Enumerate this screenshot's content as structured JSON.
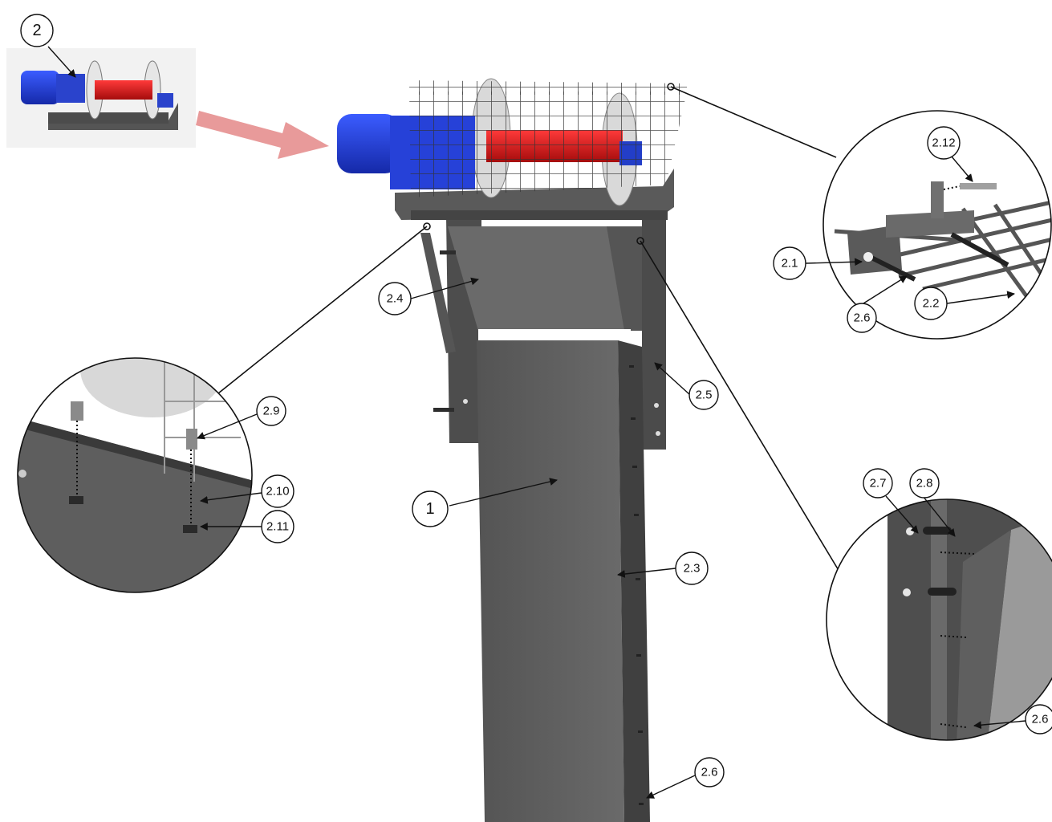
{
  "callouts": {
    "c2": "2",
    "c1": "1",
    "c2_1": "2.1",
    "c2_2": "2.2",
    "c2_3": "2.3",
    "c2_4": "2.4",
    "c2_5": "2.5",
    "c2_6_top": "2.6",
    "c2_6_right": "2.6",
    "c2_6_bottom": "2.6",
    "c2_7": "2.7",
    "c2_8": "2.8",
    "c2_9": "2.9",
    "c2_10": "2.10",
    "c2_11": "2.11",
    "c2_12": "2.12"
  },
  "colors": {
    "steel": "#5b5b5b",
    "steel_dark": "#3e3e3e",
    "motor_blue": "#1f3fd6",
    "drum_red": "#d01818",
    "arrow_pink": "#e89a9a",
    "mesh": "#2a2a2a"
  },
  "icons": [
    "leader-arrow",
    "detail-magnifier-circle",
    "hoist-arrow"
  ]
}
